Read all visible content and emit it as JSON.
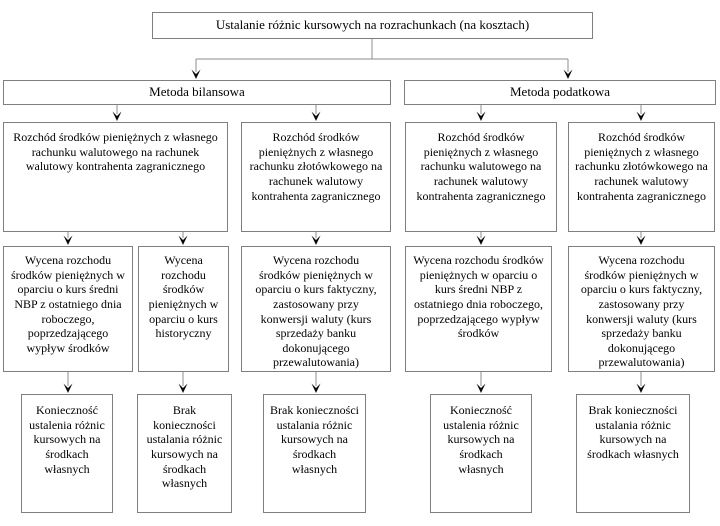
{
  "diagram": {
    "title": "Ustalanie różnic kursowych na rozrachunkach (na kosztach)",
    "methods": [
      {
        "label": "Metoda bilansowa"
      },
      {
        "label": "Metoda podatkowa"
      }
    ],
    "outflows": [
      {
        "text": "Rozchód środków pieniężnych z własnego rachunku walutowego na rachunek walutowy kontrahenta zagranicznego"
      },
      {
        "text": "Rozchód środków pieniężnych z własnego rachunku złotówkowego na rachunek walutowy kontrahenta zagranicznego"
      },
      {
        "text": "Rozchód środków pieniężnych z własnego rachunku walutowego na rachunek walutowy kontrahenta zagranicznego"
      },
      {
        "text": "Rozchód środków pieniężnych z własnego rachunku złotówkowego na rachunek walutowy kontrahenta zagranicznego"
      }
    ],
    "valuations": [
      {
        "text": "Wycena rozchodu środków pieniężnych w oparciu o kurs średni NBP z ostatniego dnia roboczego, poprzedzającego wypływ środków"
      },
      {
        "text": "Wycena rozchodu środków pieniężnych w oparciu o kurs historyczny"
      },
      {
        "text": "Wycena rozchodu środków pieniężnych w oparciu o kurs faktyczny, zastosowany przy konwersji waluty (kurs sprzedaży banku dokonującego przewalutowania)"
      },
      {
        "text": "Wycena rozchodu środków pieniężnych w oparciu o kurs średni NBP z ostatniego dnia roboczego, poprzedzającego wypływ środków"
      },
      {
        "text": "Wycena rozchodu środków pieniężnych w oparciu o kurs faktyczny, zastosowany przy konwersji waluty (kurs sprzedaży banku dokonującego przewalutowania)"
      }
    ],
    "outcomes": [
      {
        "text": "Konieczność ustalenia różnic kursowych na środkach własnych"
      },
      {
        "text": "Brak konieczności ustalania różnic kursowych na środkach własnych"
      },
      {
        "text": "Brak konieczności ustalania różnic kursowych na środkach własnych"
      },
      {
        "text": "Konieczność ustalenia różnic kursowych na środkach własnych"
      },
      {
        "text": "Brak konieczności ustalania różnic kursowych na środkach własnych"
      }
    ],
    "colors": {
      "background": "#ffffff",
      "border": "#7f7f7f",
      "line": "#8c8c8c",
      "arrow": "#0a0a0a",
      "text": "#000000"
    }
  }
}
